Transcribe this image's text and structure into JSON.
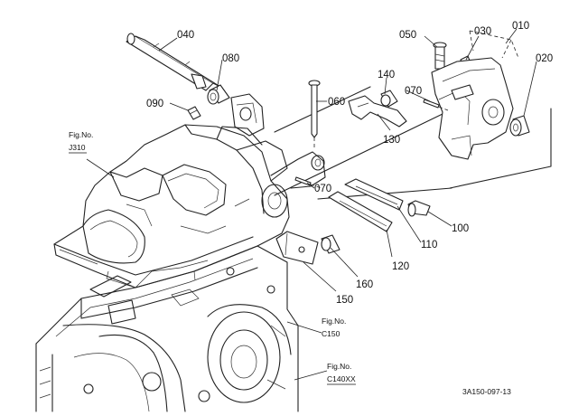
{
  "parts": [
    {
      "id": "p040",
      "num": "040"
    },
    {
      "id": "p080",
      "num": "080"
    },
    {
      "id": "p090",
      "num": "090"
    },
    {
      "id": "p060",
      "num": "060"
    },
    {
      "id": "p050",
      "num": "050"
    },
    {
      "id": "p030",
      "num": "030"
    },
    {
      "id": "p010",
      "num": "010"
    },
    {
      "id": "p020",
      "num": "020"
    },
    {
      "id": "p140",
      "num": "140"
    },
    {
      "id": "p070a",
      "num": "070"
    },
    {
      "id": "p130",
      "num": "130"
    },
    {
      "id": "p070b",
      "num": "070"
    },
    {
      "id": "p100",
      "num": "100"
    },
    {
      "id": "p110",
      "num": "110"
    },
    {
      "id": "p120",
      "num": "120"
    },
    {
      "id": "p160",
      "num": "160"
    },
    {
      "id": "p150",
      "num": "150"
    }
  ],
  "figure_refs": {
    "j310": {
      "line1": "Fig.No.",
      "line2": "J310"
    },
    "c150": {
      "line1": "Fig.No.",
      "line2": "C150"
    },
    "c140xx": {
      "line1": "Fig.No.",
      "line2": "C140XX"
    }
  },
  "drawing_code": "3A150-097-13"
}
